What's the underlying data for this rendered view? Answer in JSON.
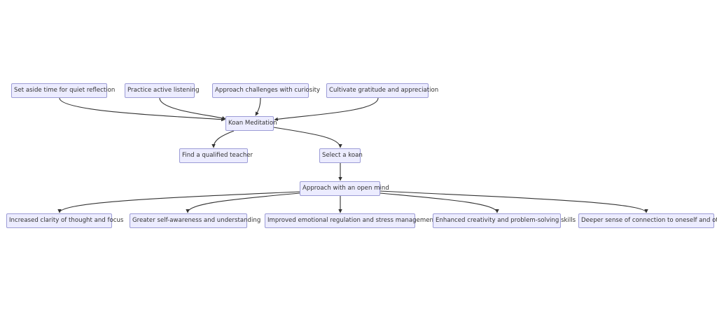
{
  "diagram": {
    "type": "flowchart",
    "nodes": {
      "quiet_reflection": "Set aside time for quiet reflection",
      "active_listening": "Practice active listening",
      "challenges_curiosity": "Approach challenges with curiosity",
      "gratitude": "Cultivate gratitude and appreciation",
      "koan_meditation": "Koan Meditation",
      "qualified_teacher": "Find a qualified teacher",
      "select_koan": "Select a koan",
      "open_mind": "Approach with an open mind",
      "clarity": "Increased clarity of thought and focus",
      "self_awareness": "Greater self-awareness and understanding",
      "emotional_regulation": "Improved emotional regulation and stress management",
      "creativity": "Enhanced creativity and problem-solving skills",
      "connection": "Deeper sense of connection to oneself and others"
    },
    "edges": [
      {
        "from": "quiet_reflection",
        "to": "koan_meditation"
      },
      {
        "from": "active_listening",
        "to": "koan_meditation"
      },
      {
        "from": "challenges_curiosity",
        "to": "koan_meditation"
      },
      {
        "from": "gratitude",
        "to": "koan_meditation"
      },
      {
        "from": "koan_meditation",
        "to": "qualified_teacher"
      },
      {
        "from": "koan_meditation",
        "to": "select_koan"
      },
      {
        "from": "select_koan",
        "to": "open_mind"
      },
      {
        "from": "open_mind",
        "to": "clarity"
      },
      {
        "from": "open_mind",
        "to": "self_awareness"
      },
      {
        "from": "open_mind",
        "to": "emotional_regulation"
      },
      {
        "from": "open_mind",
        "to": "creativity"
      },
      {
        "from": "open_mind",
        "to": "connection"
      }
    ],
    "colors": {
      "node_fill": "#ececff",
      "node_border": "#9c9cd6",
      "text": "#333333",
      "edge": "#333333"
    }
  }
}
